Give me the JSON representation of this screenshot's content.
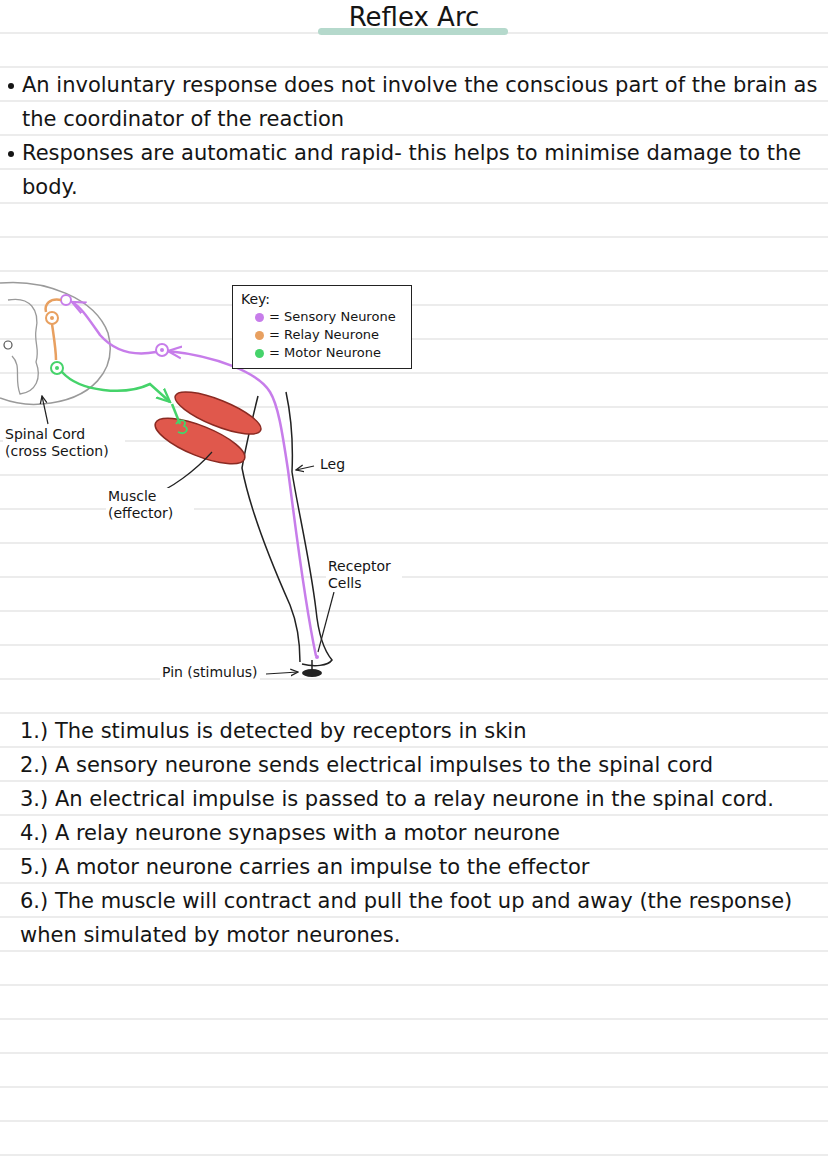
{
  "diagram": {
    "title": "Reflex Arc",
    "nodes": [
      {
        "text": [
          "Key:"
        ]
      }
    ],
    "labels": [
      "An involuntary response does not involve the conscious part of the brain as the coordinator of the reaction",
      "Responses are automatic and rapid- this helps to minimise damage to the body.",
      "Spinal Cord (cross Section)",
      "Muscle (effector)",
      "Leg",
      "Receptor Cells",
      "Pin (stimulus)",
      "1.) The stimulus is detected by receptors in skin",
      "2.) A sensory neurone sends electrical impulses to the spinal cord",
      "3.) An electrical impulse is passed to a relay neurone in the spinal cord.",
      "4.) A relay neurone synapses with a motor neurone",
      "5.) A motor neurone carries an impulse to the effector",
      "6.) The muscle will contract and pull the foot up and away (the response) when simulated by motor neurones."
    ],
    "legend": [
      {
        "text": "= Sensory Neurone",
        "color": "#c77dea"
      },
      {
        "text": "= Relay Neurone",
        "color": "#e8a060"
      },
      {
        "text": "= Motor Neurone",
        "color": "#45d36a"
      }
    ]
  }
}
